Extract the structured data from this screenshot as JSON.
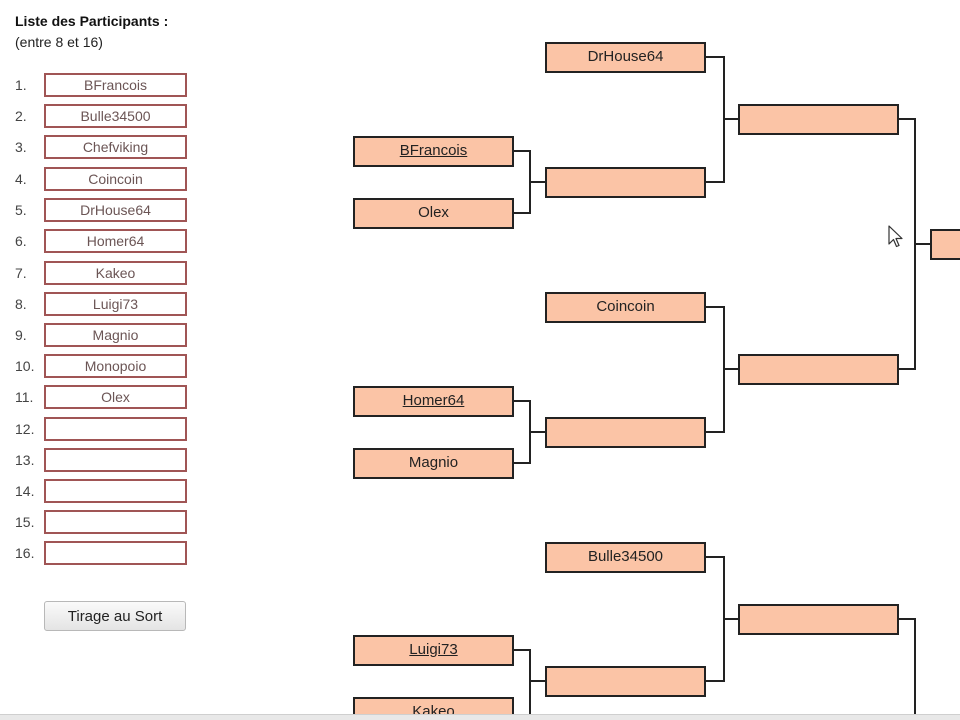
{
  "header": {
    "title": "Liste des Participants :",
    "subtitle": "(entre 8 et 16)"
  },
  "participants": [
    {
      "num": "1.",
      "value": "BFrancois"
    },
    {
      "num": "2.",
      "value": "Bulle34500"
    },
    {
      "num": "3.",
      "value": "Chefviking"
    },
    {
      "num": "4.",
      "value": "Coincoin"
    },
    {
      "num": "5.",
      "value": "DrHouse64"
    },
    {
      "num": "6.",
      "value": "Homer64"
    },
    {
      "num": "7.",
      "value": "Kakeo"
    },
    {
      "num": "8.",
      "value": "Luigi73"
    },
    {
      "num": "9.",
      "value": "Magnio"
    },
    {
      "num": "10.",
      "value": "Monopoio"
    },
    {
      "num": "11.",
      "value": "Olex"
    },
    {
      "num": "12.",
      "value": ""
    },
    {
      "num": "13.",
      "value": ""
    },
    {
      "num": "14.",
      "value": ""
    },
    {
      "num": "15.",
      "value": ""
    },
    {
      "num": "16.",
      "value": ""
    }
  ],
  "draw_button": {
    "label": "Tirage au Sort"
  },
  "bracket": {
    "round1": [
      {
        "name": "BFrancois",
        "link": true
      },
      {
        "name": "Olex",
        "link": false
      },
      {
        "name": "Homer64",
        "link": true
      },
      {
        "name": "Magnio",
        "link": false
      },
      {
        "name": "Luigi73",
        "link": true
      },
      {
        "name": "Kakeo",
        "link": false
      }
    ],
    "round2": [
      {
        "name": "DrHouse64"
      },
      {
        "name": ""
      },
      {
        "name": "Coincoin"
      },
      {
        "name": ""
      },
      {
        "name": "Bulle34500"
      },
      {
        "name": ""
      }
    ],
    "round3": [
      {
        "name": ""
      },
      {
        "name": ""
      },
      {
        "name": ""
      }
    ],
    "round4": [
      {
        "name": ""
      }
    ]
  },
  "colors": {
    "slot_fill": "#fbc4a6",
    "input_border": "#a05555",
    "line": "#222222"
  },
  "icons": {
    "cursor": "mouse-pointer-icon"
  }
}
